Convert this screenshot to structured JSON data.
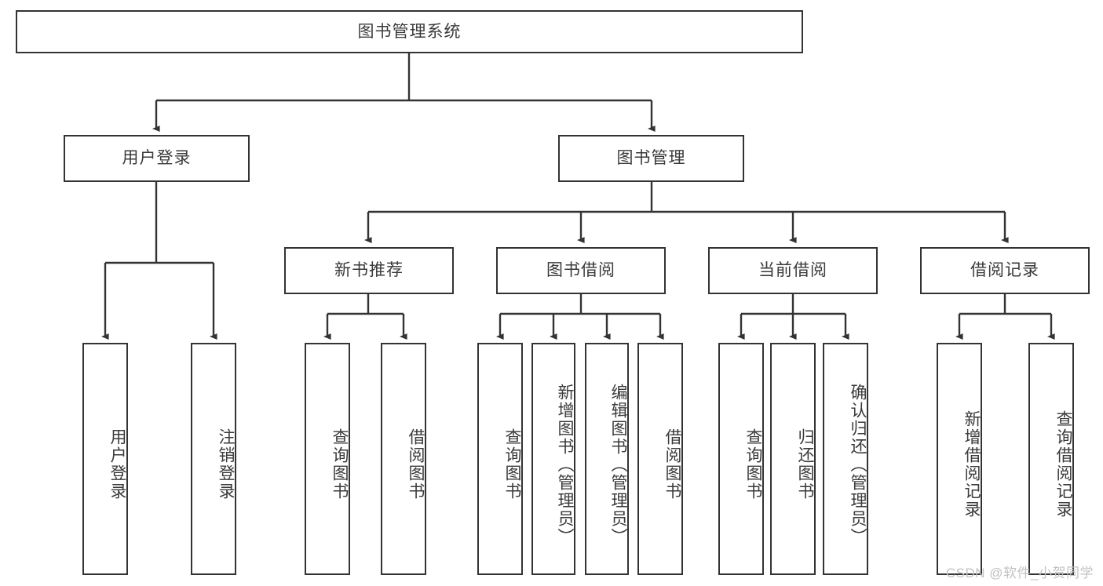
{
  "diagram": {
    "type": "tree-hierarchy",
    "title": "图书管理系统",
    "watermark": "CSDN @软件_小贺同学",
    "colors": {
      "background": "#ffffff",
      "node_border": "#333333",
      "node_fill": "#ffffff",
      "text": "#3a3a3a",
      "edge": "#333333",
      "watermark": "#c2c2c2"
    },
    "levels": {
      "root": "图书管理系统",
      "level2": [
        "用户登录",
        "图书管理"
      ],
      "level3": [
        "新书推荐",
        "图书借阅",
        "当前借阅",
        "借阅记录"
      ]
    },
    "nodes": {
      "root": {
        "label": "图书管理系统"
      },
      "user_login": {
        "label": "用户登录"
      },
      "book_manage": {
        "label": "图书管理"
      },
      "new_book_rec": {
        "label": "新书推荐"
      },
      "book_borrow": {
        "label": "图书借阅"
      },
      "current_borrow": {
        "label": "当前借阅"
      },
      "borrow_record": {
        "label": "借阅记录"
      },
      "leaf_user_login": {
        "label": "用户登录"
      },
      "leaf_logout": {
        "label": "注销登录"
      },
      "leaf_query_book_1": {
        "label": "查询图书"
      },
      "leaf_borrow_book_1": {
        "label": "借阅图书"
      },
      "leaf_query_book_2": {
        "label": "查询图书"
      },
      "leaf_add_book": {
        "label": "新增图书（管理员）"
      },
      "leaf_edit_book": {
        "label": "编辑图书（管理员）"
      },
      "leaf_borrow_book_2": {
        "label": "借阅图书"
      },
      "leaf_query_book_3": {
        "label": "查询图书"
      },
      "leaf_return_book": {
        "label": "归还图书"
      },
      "leaf_confirm_return": {
        "label": "确认归还（管理员）"
      },
      "leaf_add_record": {
        "label": "新增借阅记录"
      },
      "leaf_query_record": {
        "label": "查询借阅记录"
      }
    },
    "edges": [
      {
        "from": "root",
        "to": "user_login"
      },
      {
        "from": "root",
        "to": "book_manage"
      },
      {
        "from": "user_login",
        "to": "leaf_user_login"
      },
      {
        "from": "user_login",
        "to": "leaf_logout"
      },
      {
        "from": "book_manage",
        "to": "new_book_rec"
      },
      {
        "from": "book_manage",
        "to": "book_borrow"
      },
      {
        "from": "book_manage",
        "to": "current_borrow"
      },
      {
        "from": "book_manage",
        "to": "borrow_record"
      },
      {
        "from": "new_book_rec",
        "to": "leaf_query_book_1"
      },
      {
        "from": "new_book_rec",
        "to": "leaf_borrow_book_1"
      },
      {
        "from": "book_borrow",
        "to": "leaf_query_book_2"
      },
      {
        "from": "book_borrow",
        "to": "leaf_add_book"
      },
      {
        "from": "book_borrow",
        "to": "leaf_edit_book"
      },
      {
        "from": "book_borrow",
        "to": "leaf_borrow_book_2"
      },
      {
        "from": "current_borrow",
        "to": "leaf_query_book_3"
      },
      {
        "from": "current_borrow",
        "to": "leaf_return_book"
      },
      {
        "from": "current_borrow",
        "to": "leaf_confirm_return"
      },
      {
        "from": "borrow_record",
        "to": "leaf_add_record"
      },
      {
        "from": "borrow_record",
        "to": "leaf_query_record"
      }
    ]
  }
}
